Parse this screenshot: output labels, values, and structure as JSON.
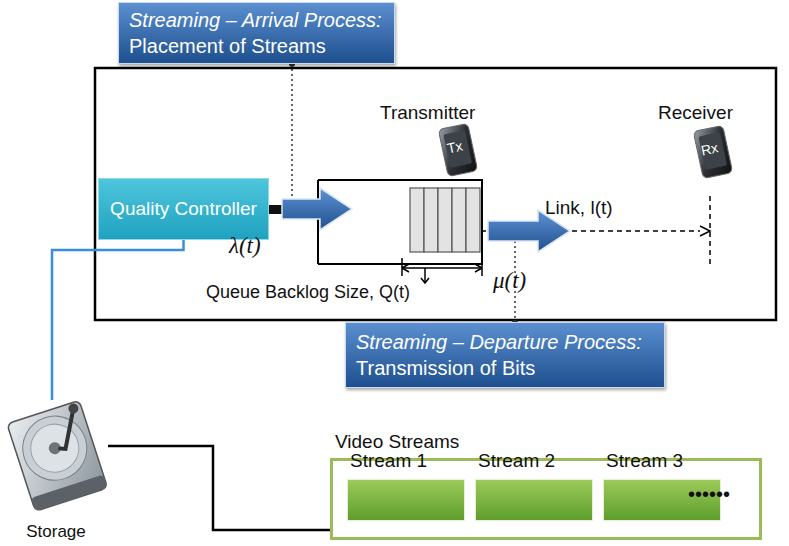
{
  "diagram": {
    "nodes": [
      {
        "text": [
          "Streaming – Arrival Process:",
          "Placement of Streams"
        ]
      },
      {
        "text": [
          "Quality Controller"
        ]
      },
      {
        "text": [
          "Streaming – Departure Process:",
          "Transmission of Bits"
        ]
      },
      {
        "text": [
          "Storage"
        ]
      },
      {
        "text": [
          "Video Streams"
        ]
      },
      {
        "text": [
          "Stream 1"
        ],
        "in": 4
      },
      {
        "text": [
          "Stream 2"
        ],
        "in": 4
      },
      {
        "text": [
          "Stream 3"
        ],
        "in": 4
      }
    ],
    "edges": [
      {
        "from": 3,
        "to": 1,
        "arrow": "none"
      },
      {
        "from": 3,
        "to": 4,
        "arrow": "none"
      }
    ],
    "labels": [
      "Transmitter",
      "Tx",
      "Receiver",
      "Rx",
      "Link, l(t)",
      "λ(t)",
      "Queue Backlog Size, Q(t)",
      "μ(t)",
      "••••••"
    ]
  }
}
